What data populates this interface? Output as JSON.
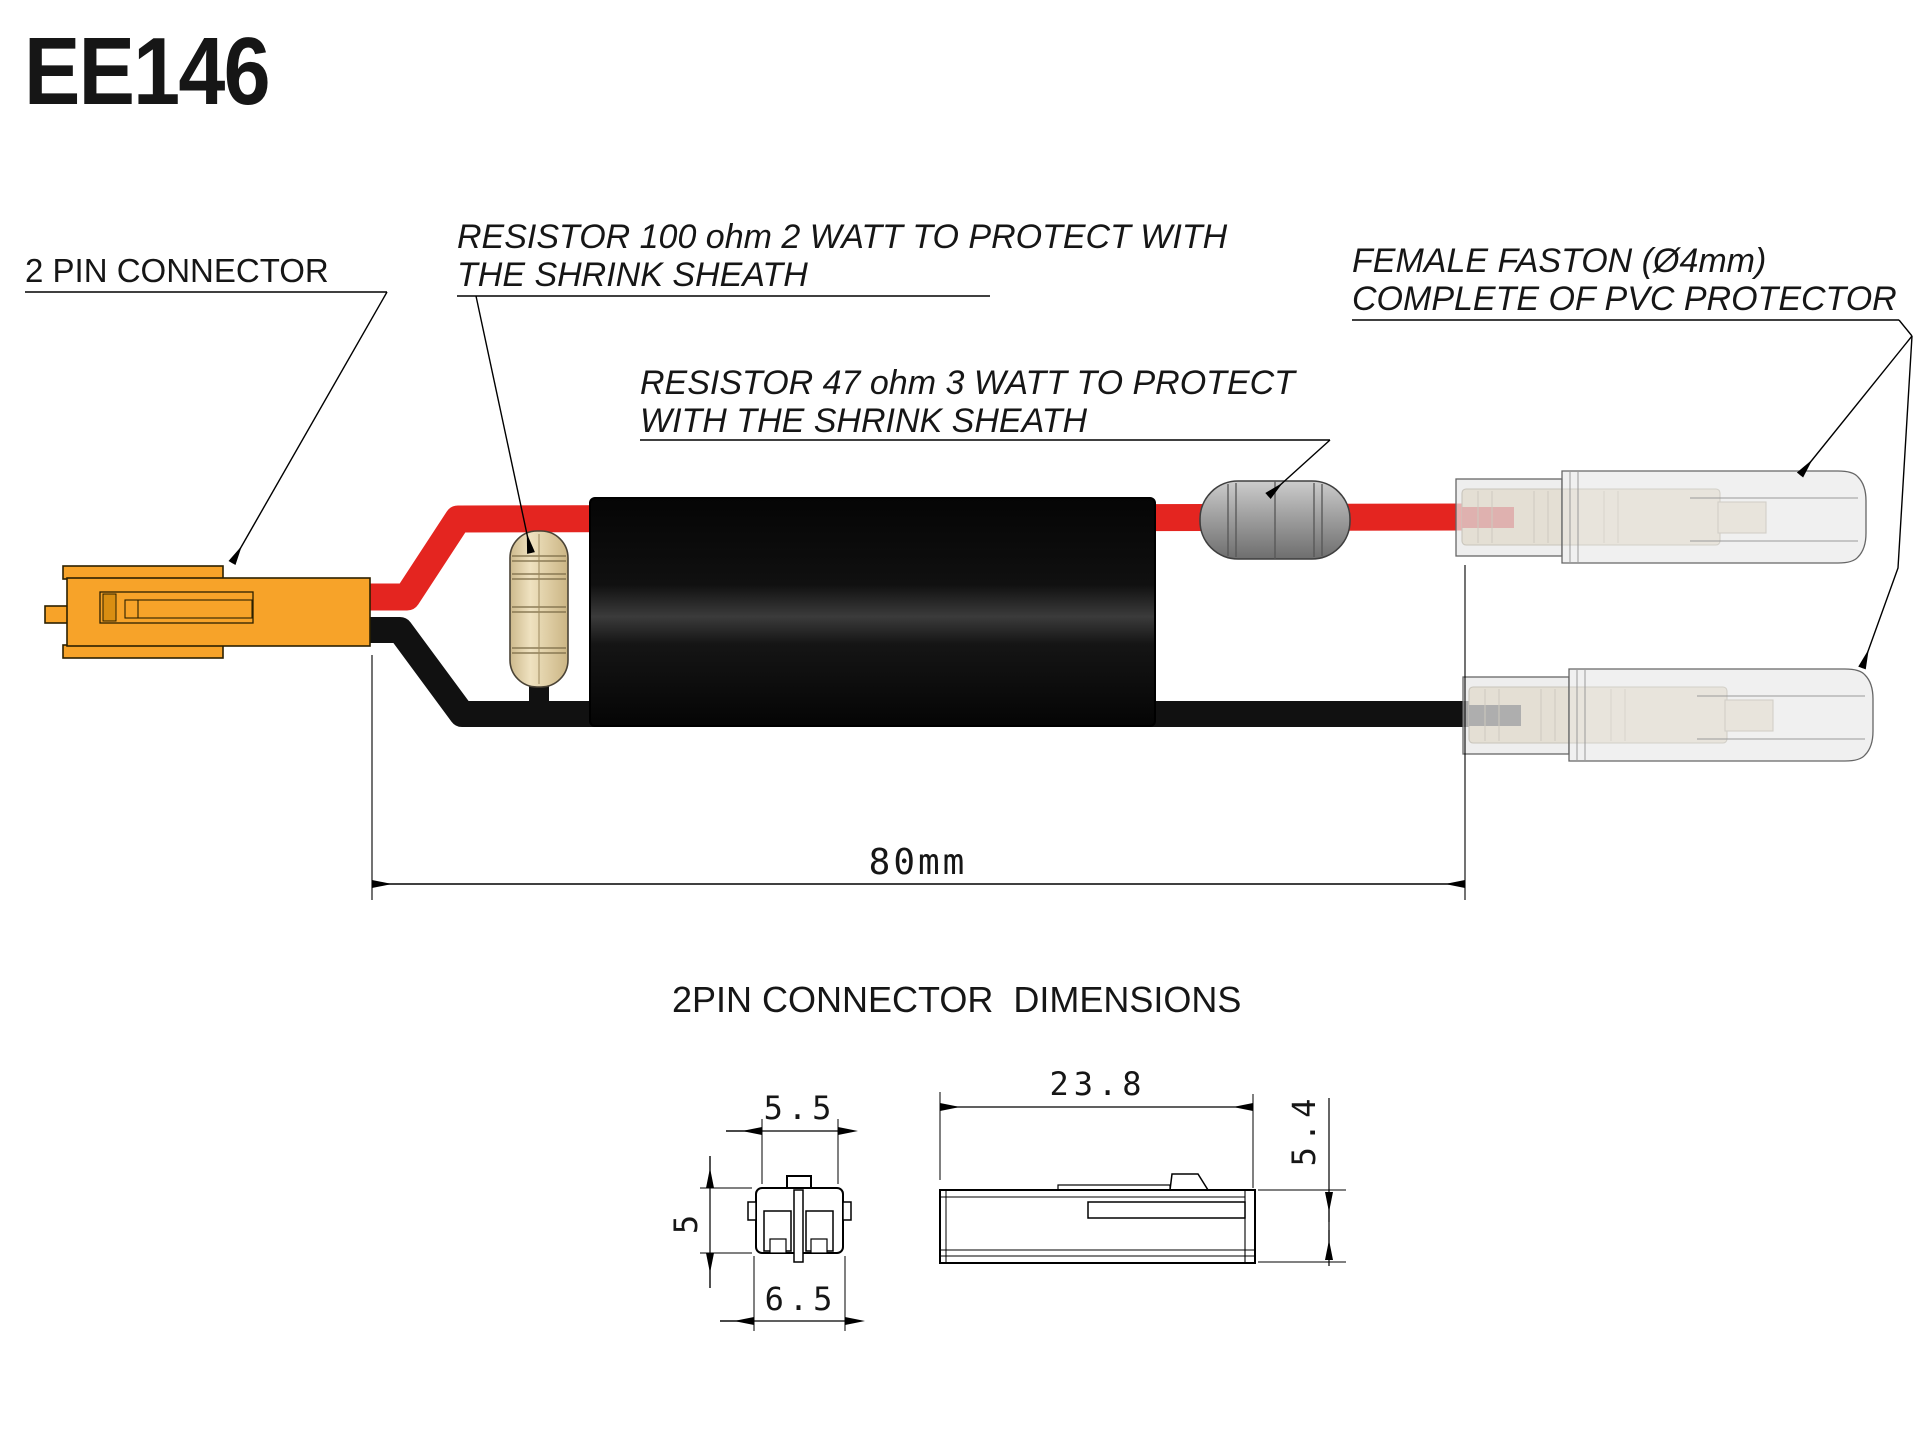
{
  "title": "EE146",
  "labels": {
    "pin_connector": "2 PIN CONNECTOR",
    "resistor100_line1": "RESISTOR 100 ohm 2 WATT TO PROTECT WITH",
    "resistor100_line2": "THE SHRINK SHEATH",
    "resistor47_line1": "RESISTOR 47 ohm 3 WATT TO PROTECT",
    "resistor47_line2": "WITH THE SHRINK SHEATH",
    "faston_line1": "FEMALE FASTON (Ø4mm)",
    "faston_line2": "COMPLETE OF PVC PROTECTOR"
  },
  "dimensions": {
    "overall_length": "80mm",
    "front_width_top": "5.5",
    "front_height": "5",
    "front_width_bottom": "6.5",
    "side_length": "23.8",
    "side_height": "5.4"
  },
  "section": {
    "heading": "2PIN CONNECTOR  DIMENSIONS"
  },
  "colors": {
    "connector_orange": "#F7A329",
    "connector_orange_dark": "#D98E12",
    "wire_red": "#E42520",
    "wire_black": "#111111",
    "sheath_black": "#0a0a0a",
    "resistor_beige": "#E6D5AC",
    "resistor_gray": "#A8A8A8",
    "faston_terminal_brass": "#D9CAA2",
    "faston_sleeve_gray": "#ECECEC",
    "line_black": "#000000"
  }
}
